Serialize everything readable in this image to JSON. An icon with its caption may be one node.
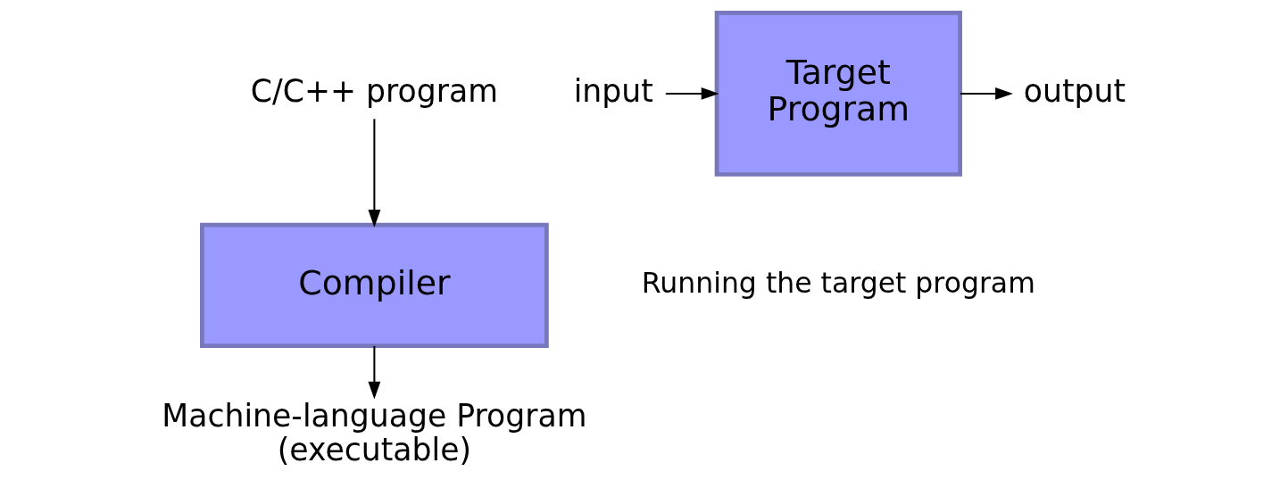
{
  "diagram": {
    "nodes": [
      {
        "text": [
          "C/C++ program"
        ]
      },
      {
        "text": [
          "Compiler"
        ]
      },
      {
        "text": [
          "Machine-language Program (executable)"
        ]
      },
      {
        "text": [
          "input"
        ]
      },
      {
        "text": [
          "Target Program"
        ]
      },
      {
        "text": [
          "output"
        ]
      }
    ],
    "edges": [
      {
        "from": 0,
        "to": 1,
        "arrow": "to"
      },
      {
        "from": 1,
        "to": 2,
        "arrow": "to"
      },
      {
        "from": 3,
        "to": 4,
        "arrow": "to"
      },
      {
        "from": 4,
        "to": 5,
        "arrow": "to"
      }
    ],
    "labels": [
      "Running the target program"
    ]
  }
}
